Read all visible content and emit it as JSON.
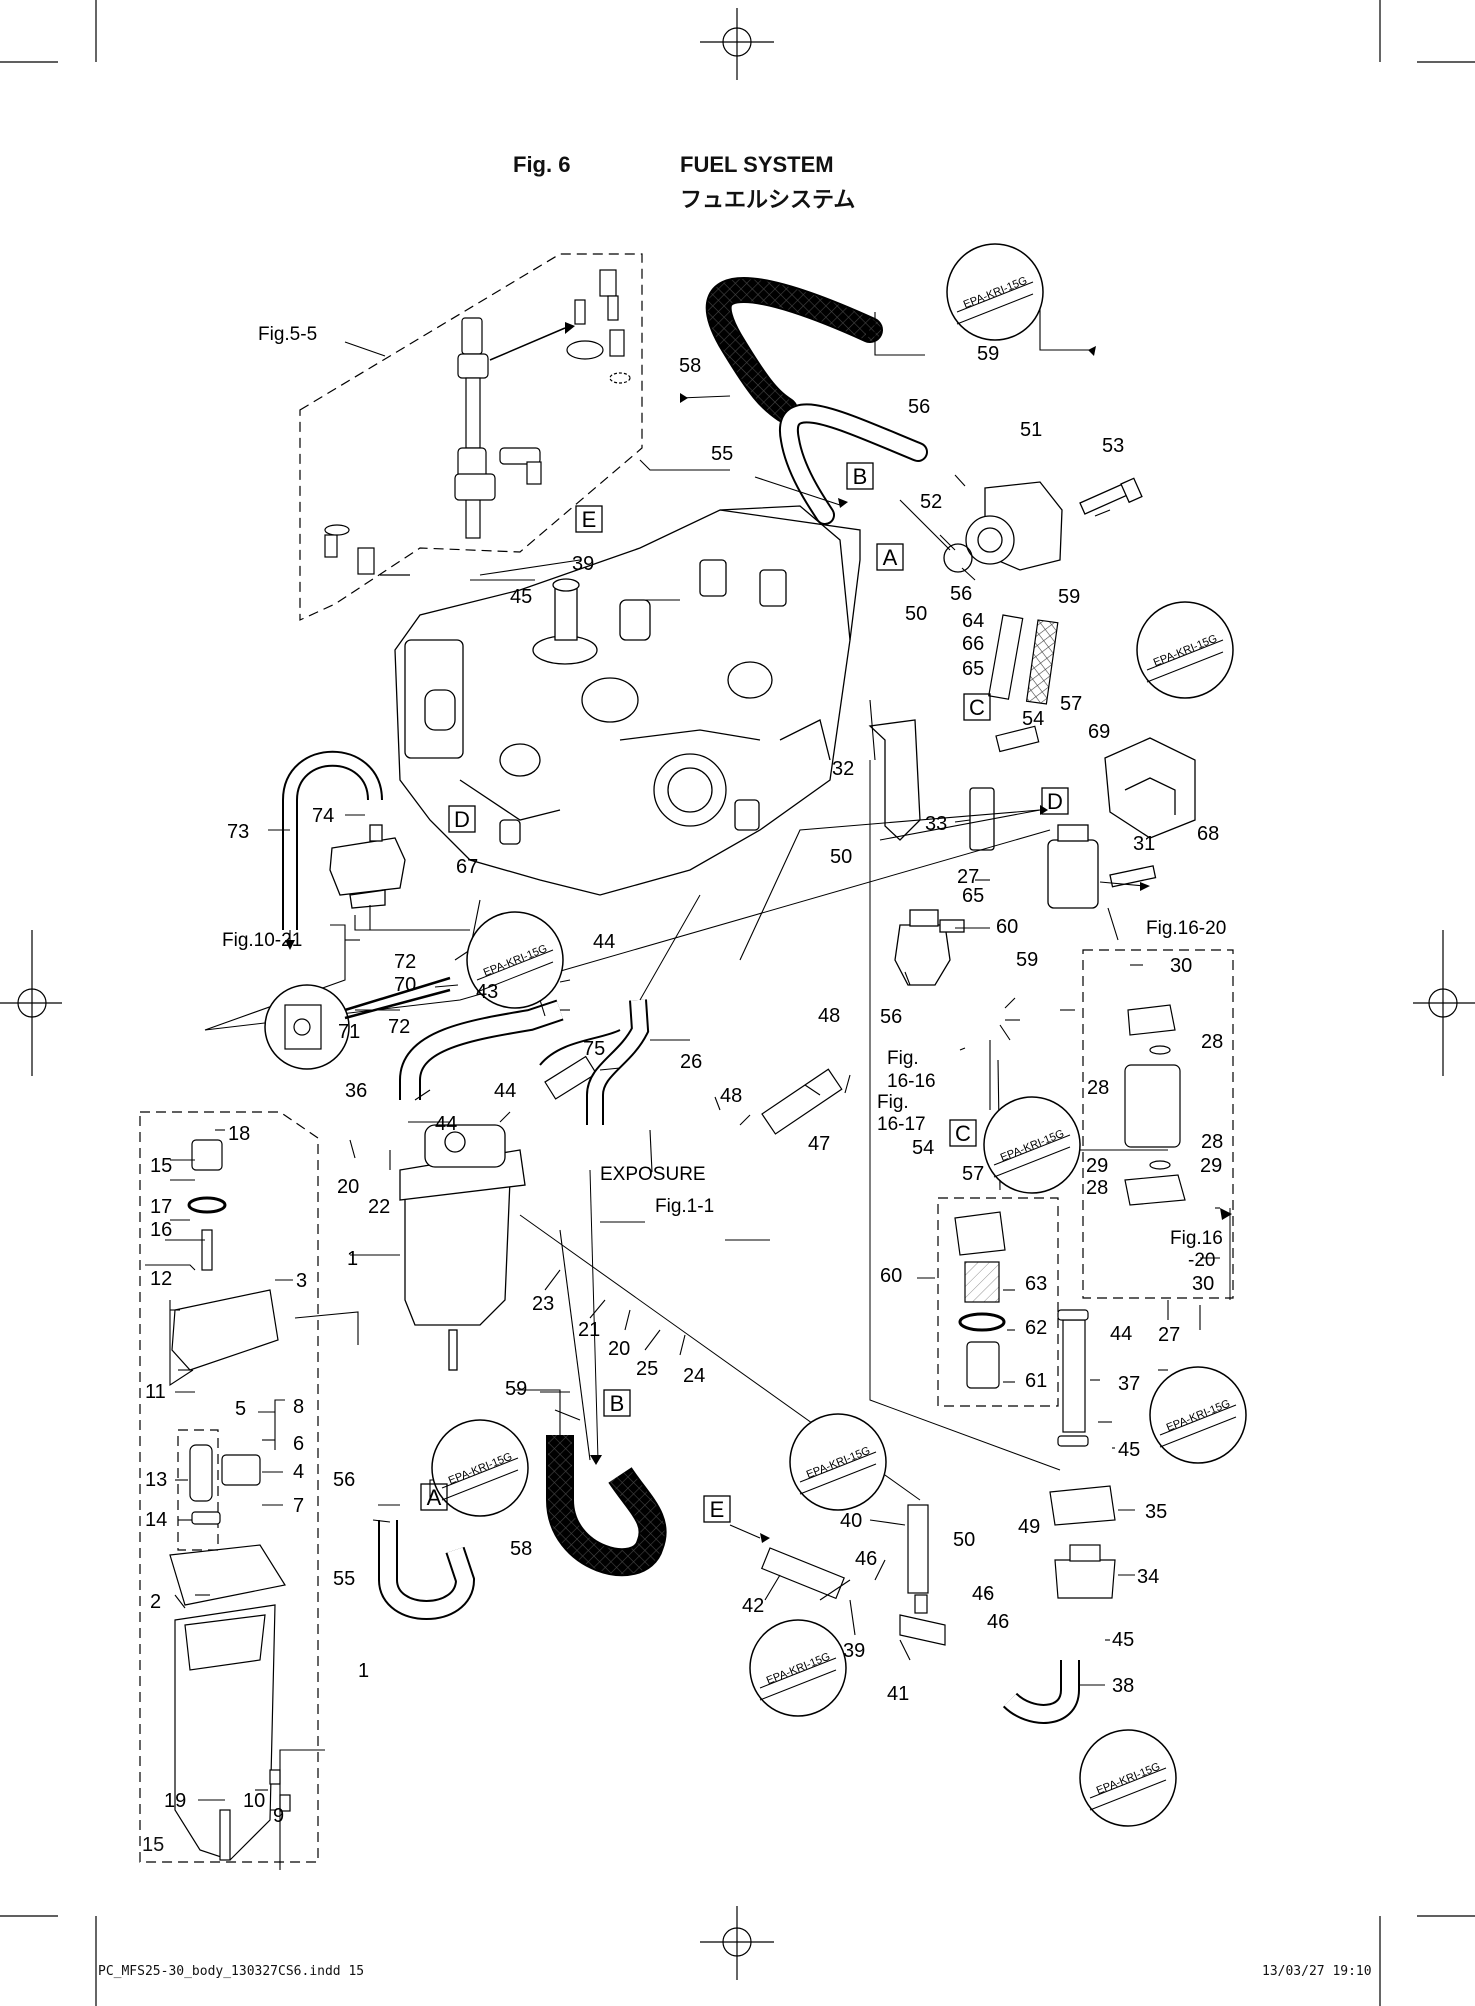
{
  "header": {
    "fig_label": "Fig. 6",
    "title_en": "FUEL SYSTEM",
    "title_jp": "フュエルシステム"
  },
  "page_number": "15",
  "footer": {
    "file": "PC_MFS25-30_body_130327CS6.indd  15",
    "timestamp": "13/03/27   19:10"
  },
  "emission_tag": "EPA-KRI-15G",
  "references": {
    "fig_5_5": "Fig.5-5",
    "fig_10_21": "Fig.10-21",
    "fig_16_20_a": "Fig.16-20",
    "fig_16_20_b1": "Fig.16",
    "fig_16_20_b2": "-20",
    "fig_16_16_a": "Fig.",
    "fig_16_16_b": "16-16",
    "fig_16_17_a": "Fig.",
    "fig_16_17_b": "16-17",
    "exposure": "EXPOSURE",
    "fig_1_1": "Fig.1-1"
  },
  "connectors": {
    "A": "A",
    "B": "B",
    "C": "C",
    "D": "D",
    "E": "E"
  },
  "part_numbers": {
    "p1": "1",
    "p2": "2",
    "p3": "3",
    "p4": "4",
    "p5": "5",
    "p6": "6",
    "p7": "7",
    "p8": "8",
    "p9": "9",
    "p10": "10",
    "p11": "11",
    "p12": "12",
    "p13": "13",
    "p14": "14",
    "p15": "15",
    "p16": "16",
    "p17": "17",
    "p18": "18",
    "p19": "19",
    "p20": "20",
    "p21": "21",
    "p22": "22",
    "p23": "23",
    "p24": "24",
    "p25": "25",
    "p26": "26",
    "p27": "27",
    "p28": "28",
    "p29": "29",
    "p30": "30",
    "p31": "31",
    "p32": "32",
    "p33": "33",
    "p34": "34",
    "p35": "35",
    "p36": "36",
    "p37": "37",
    "p38": "38",
    "p39": "39",
    "p40": "40",
    "p41": "41",
    "p42": "42",
    "p43": "43",
    "p44": "44",
    "p45": "45",
    "p46": "46",
    "p47": "47",
    "p48": "48",
    "p49": "49",
    "p50": "50",
    "p51": "51",
    "p52": "52",
    "p53": "53",
    "p54": "54",
    "p55": "55",
    "p56": "56",
    "p57": "57",
    "p58": "58",
    "p59": "59",
    "p60": "60",
    "p61": "61",
    "p62": "62",
    "p63": "63",
    "p64": "64",
    "p65": "65",
    "p66": "66",
    "p67": "67",
    "p68": "68",
    "p69": "69",
    "p70": "70",
    "p71": "71",
    "p72": "72",
    "p73": "73",
    "p74": "74",
    "p75": "75"
  }
}
